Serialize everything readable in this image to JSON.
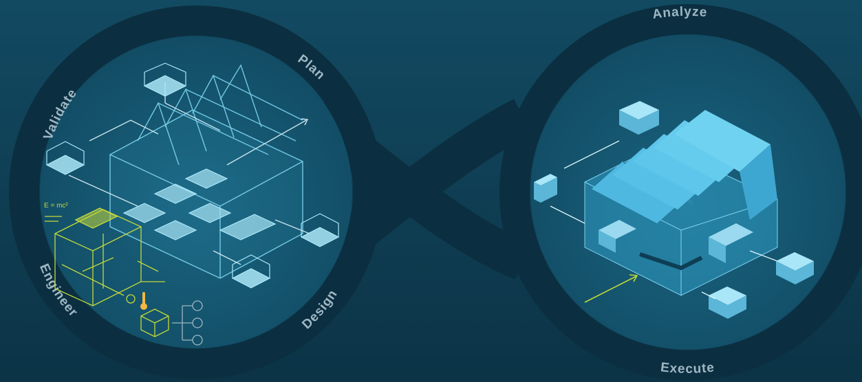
{
  "colors": {
    "background_top": "#124a62",
    "background_bottom": "#0c3346",
    "ring": "#0b2f40",
    "label": "#9fb7c4",
    "wireframe": "#7fd6f2",
    "building": "#5fc5ea",
    "engineering_sketch": "#c4d93a"
  },
  "labels": {
    "validate": "Validate",
    "plan": "Plan",
    "design": "Design",
    "engineer": "Engineer",
    "analyze": "Analyze",
    "execute": "Execute"
  },
  "sketch_text": {
    "formula": "E = mc²"
  },
  "icons": [
    "infinity-loop-icon",
    "digital-factory-wireframe-icon",
    "engineering-sketch-icon",
    "thermometer-icon",
    "physical-factory-icon",
    "machine-module-icon"
  ]
}
